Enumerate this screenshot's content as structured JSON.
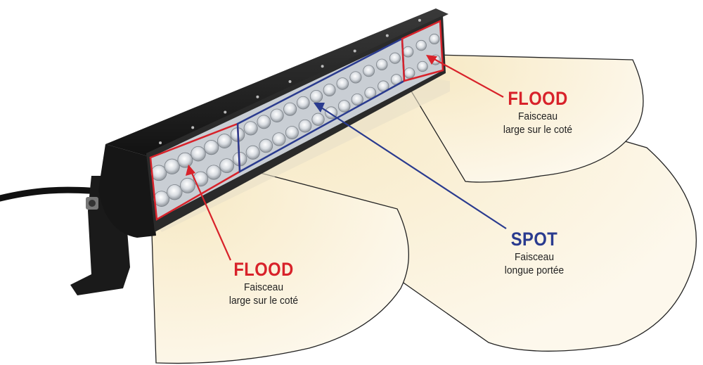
{
  "colors": {
    "flood": "#d8222a",
    "spot": "#2a3b8f",
    "beam_fill": "#fbf3dc",
    "housing": "#1c1c1c"
  },
  "callouts": {
    "flood_right": {
      "title": "FLOOD",
      "line1": "Faisceau",
      "line2": "large sur le coté"
    },
    "spot": {
      "title": "SPOT",
      "line1": "Faisceau",
      "line2": "longue portée"
    },
    "flood_left": {
      "title": "FLOOD",
      "line1": "Faisceau",
      "line2": "large sur le coté"
    }
  }
}
